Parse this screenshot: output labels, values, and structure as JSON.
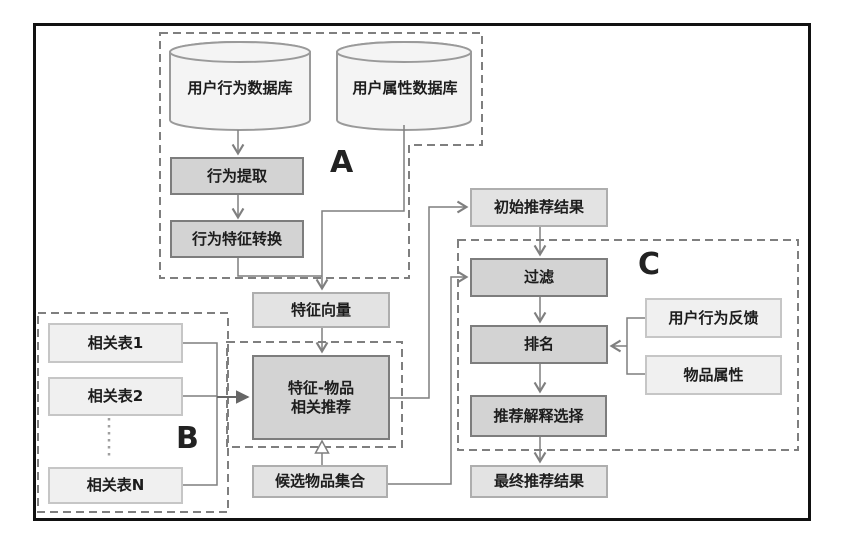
{
  "diagram": {
    "nodes": {
      "user_behavior_db": "用户行为数据库",
      "user_attr_db": "用户属性数据库",
      "behavior_extract": "行为提取",
      "behavior_feature_transform": "行为特征转换",
      "feature_vector": "特征向量",
      "related_table_1": "相关表1",
      "related_table_2": "相关表2",
      "related_table_n": "相关表N",
      "feature_item_rec_line1": "特征-物品",
      "feature_item_rec_line2": "相关推荐",
      "candidate_item_set": "候选物品集合",
      "initial_rec_result": "初始推荐结果",
      "filter": "过滤",
      "ranking": "排名",
      "rec_explanation_select": "推荐解释选择",
      "final_rec_result": "最终推荐结果",
      "user_behavior_feedback": "用户行为反馈",
      "item_attributes": "物品属性"
    },
    "section_labels": {
      "a": "A",
      "b": "B",
      "c": "C"
    },
    "colors": {
      "frame_color": "#111111",
      "box_dark_fill": "#d3d3d3",
      "box_light_fill": "#e3e3e3",
      "box_xlight_fill": "#f0f0f0",
      "cylinder_fill": "#f4f4f4",
      "line_color": "#7f7f7f",
      "dashed_region_color": "#7f7f7f"
    }
  }
}
